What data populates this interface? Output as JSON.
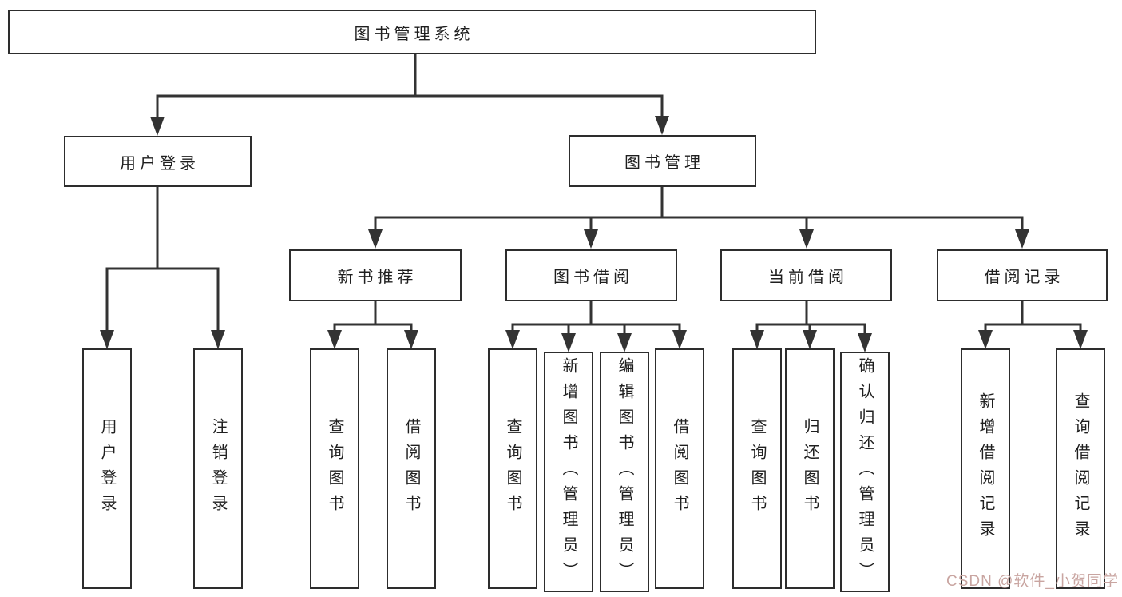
{
  "tree": {
    "label": "图书管理系统",
    "children": [
      {
        "label": "用户登录",
        "children": [
          {
            "label": "用户登录"
          },
          {
            "label": "注销登录"
          }
        ]
      },
      {
        "label": "图书管理",
        "children": [
          {
            "label": "新书推荐",
            "children": [
              {
                "label": "查询图书"
              },
              {
                "label": "借阅图书"
              }
            ]
          },
          {
            "label": "图书借阅",
            "children": [
              {
                "label": "查询图书"
              },
              {
                "label": "新增图书（管理员）"
              },
              {
                "label": "编辑图书（管理员）"
              },
              {
                "label": "借阅图书"
              }
            ]
          },
          {
            "label": "当前借阅",
            "children": [
              {
                "label": "查询图书"
              },
              {
                "label": "归还图书"
              },
              {
                "label": "确认归还（管理员）"
              }
            ]
          },
          {
            "label": "借阅记录",
            "children": [
              {
                "label": "新增借阅记录"
              },
              {
                "label": "查询借阅记录"
              }
            ]
          }
        ]
      }
    ]
  },
  "watermark": {
    "text": "CSDN @软件_小贺同学",
    "color": "#c9a5a1"
  },
  "colors": {
    "line": "#333333",
    "box_border": "#2d2d2d",
    "text": "#1f1f1f",
    "background": "#ffffff"
  }
}
